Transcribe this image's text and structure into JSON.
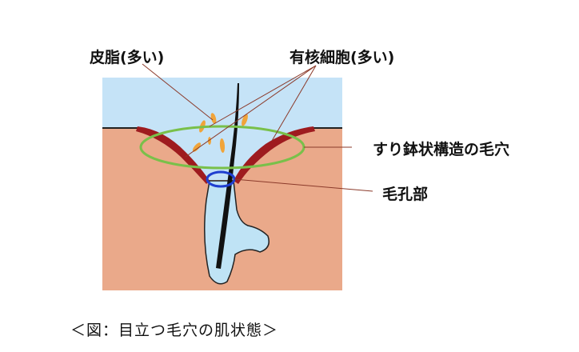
{
  "labels": {
    "sebum": "皮脂(多い)",
    "keratinocyte": "有核細胞(多い)",
    "mortar_pore": "すり鉢状構造の毛穴",
    "pore_opening": "毛孔部"
  },
  "caption": "＜図：目立つ毛穴の肌状態＞",
  "colors": {
    "sky": "#c5e3f7",
    "skin": "#eaa98a",
    "pore_wall": "#9e1b1f",
    "hair_sheath": "#bfe3f5",
    "hair": "#111111",
    "sebum": "#f0a43a",
    "green_ellipse": "#79c04a",
    "blue_ellipse": "#1f3fd0",
    "leader": "#8b3a2a"
  }
}
